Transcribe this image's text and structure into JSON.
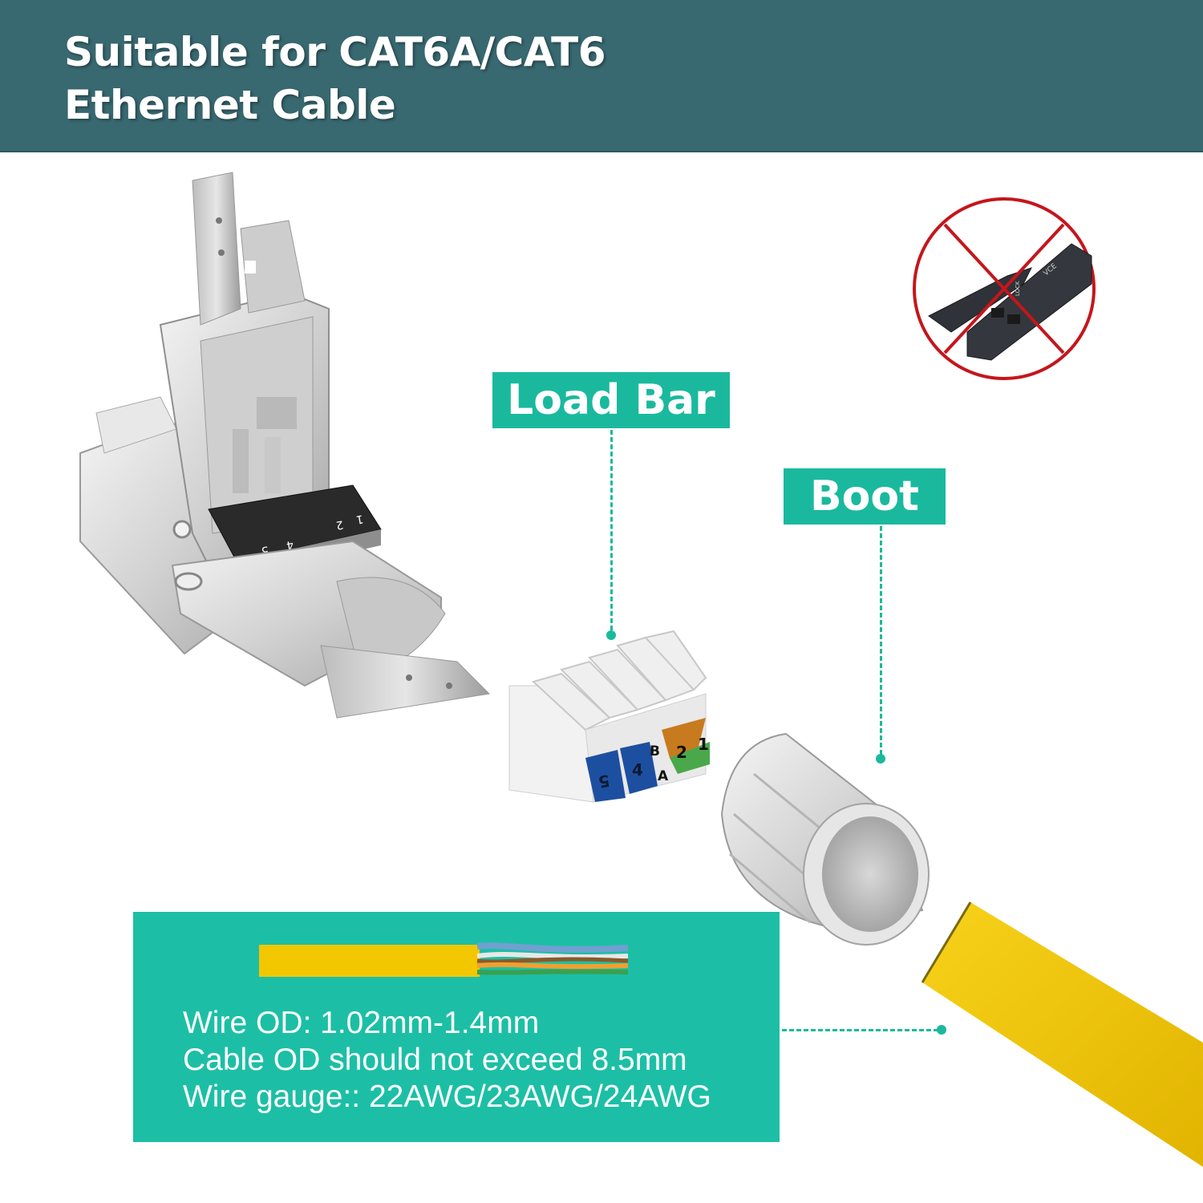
{
  "header": {
    "title_line1": "Suitable for CAT6A/CAT6",
    "title_line2": "Ethernet Cable",
    "background": "#386870"
  },
  "callouts": {
    "load_bar": "Load Bar",
    "boot": "Boot",
    "accent_color": "#1ab99e"
  },
  "load_bar_labels": {
    "pairs": [
      "5",
      "4",
      "B",
      "A",
      "2",
      "1"
    ],
    "colors": {
      "blue": "#1d4fa0",
      "orange": "#c87a1e",
      "green": "#4aa84a"
    }
  },
  "connector_labels": [
    "5",
    "4",
    "2",
    "1"
  ],
  "no_tool_icon": {
    "meaning": "no crimping tool required",
    "tool_text": [
      "VCE",
      "LOCK"
    ],
    "color": "#c4161c"
  },
  "specs": {
    "wire_od": "Wire OD: 1.02mm-1.4mm",
    "cable_od": "Cable OD should not exceed 8.5mm",
    "wire_gauge": "Wire gauge:: 22AWG/23AWG/24AWG",
    "background": "#1cbfa5"
  },
  "cable_color": "#f2c700"
}
